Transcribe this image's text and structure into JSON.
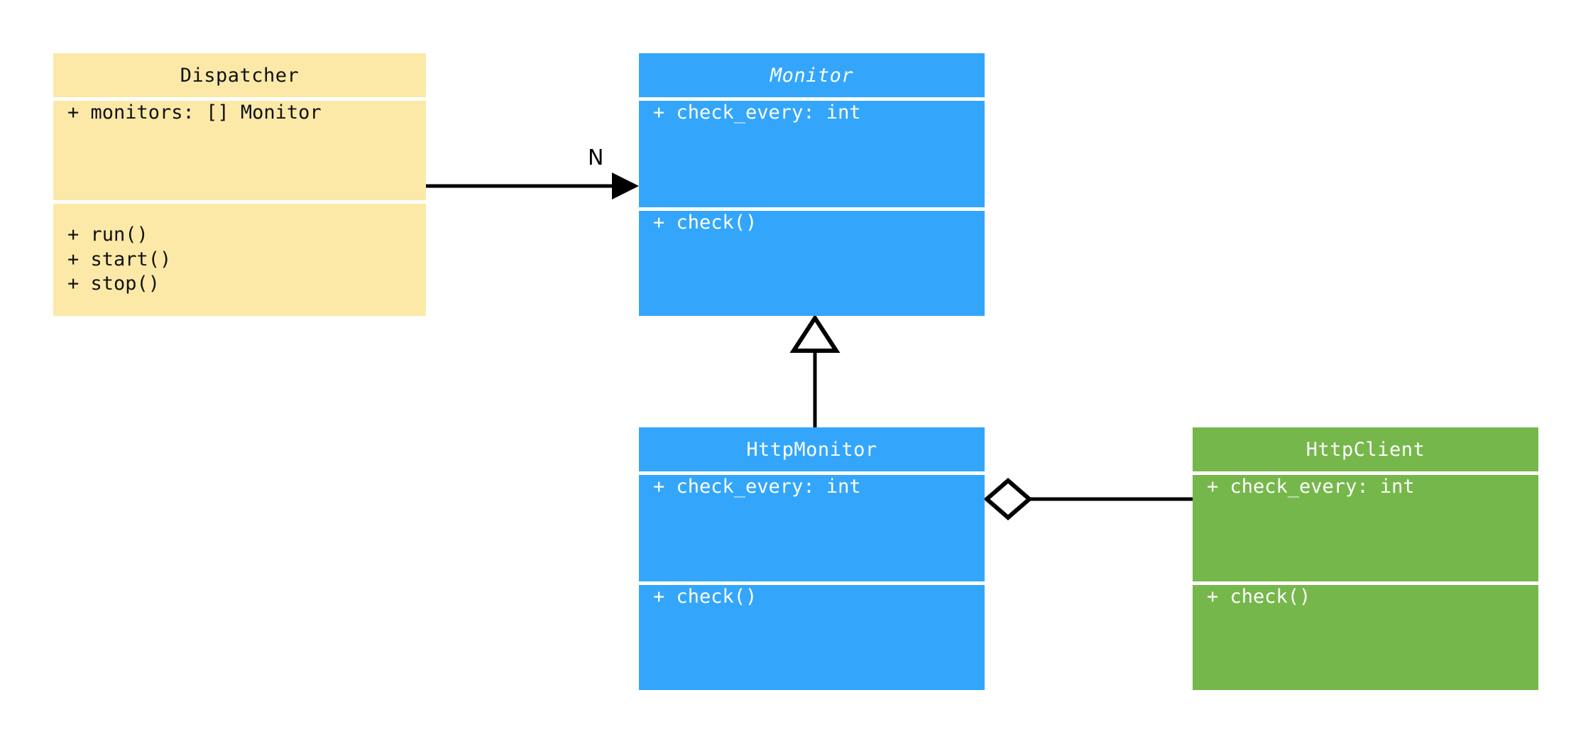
{
  "diagram": {
    "kind": "uml-class-diagram",
    "background": "#ffffff",
    "palette": {
      "yellow_fill": "#fce9a8",
      "blue_fill": "#33a6fc",
      "green_fill": "#76b74b",
      "line_color": "#000000",
      "dark_text": "#111111",
      "light_text": "#ffffff"
    }
  },
  "classes": {
    "dispatcher": {
      "name": "Dispatcher",
      "abstract": false,
      "color": "#fce9a8",
      "attributes": [
        "+ monitors: [] Monitor"
      ],
      "methods": [
        "+ run()",
        "+ start()",
        "+ stop()"
      ]
    },
    "monitor": {
      "name": "Monitor",
      "abstract": true,
      "color": "#33a6fc",
      "attributes": [
        "+ check_every: int"
      ],
      "methods": [
        "+ check()"
      ]
    },
    "http_monitor": {
      "name": "HttpMonitor",
      "abstract": false,
      "color": "#33a6fc",
      "attributes": [
        "+ check_every: int"
      ],
      "methods": [
        "+ check()"
      ]
    },
    "http_client": {
      "name": "HttpClient",
      "abstract": false,
      "color": "#76b74b",
      "attributes": [
        "+ check_every: int"
      ],
      "methods": [
        "+ check()"
      ]
    }
  },
  "relationships": [
    {
      "id": "dispatcher-to-monitor",
      "type": "association",
      "from": "Dispatcher",
      "to": "Monitor",
      "label": "N",
      "arrowhead": "solid-arrow"
    },
    {
      "id": "httpmonitor-to-monitor",
      "type": "generalization",
      "from": "HttpMonitor",
      "to": "Monitor",
      "label": "",
      "arrowhead": "hollow-triangle"
    },
    {
      "id": "httpmonitor-to-httpclient",
      "type": "aggregation",
      "from": "HttpMonitor",
      "to": "HttpClient",
      "label": "",
      "arrowhead": "hollow-diamond"
    }
  ]
}
